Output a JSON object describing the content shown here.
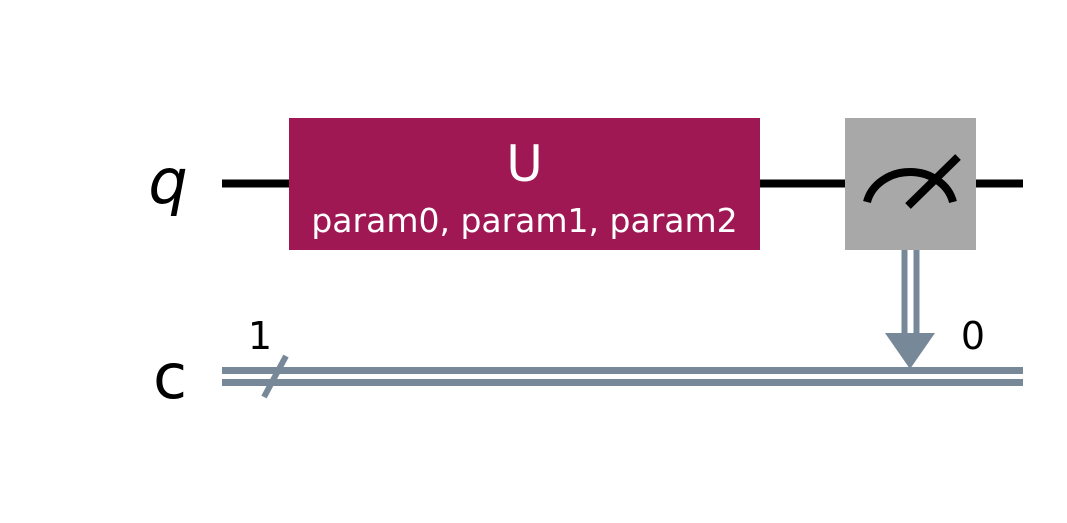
{
  "registers": {
    "quantum": {
      "label": "q"
    },
    "classical": {
      "label": "c",
      "bus_width": "1"
    }
  },
  "gates": {
    "u_gate": {
      "name": "U",
      "params": "param0, param1, param2"
    },
    "measure": {
      "classical_bit_index": "0"
    }
  },
  "colors": {
    "quantum_wire": "#000000",
    "classical_wire": "#778899",
    "u_gate_fill": "#9f1853",
    "measure_fill": "#a8a8a8",
    "gate_text": "#ffffff"
  }
}
